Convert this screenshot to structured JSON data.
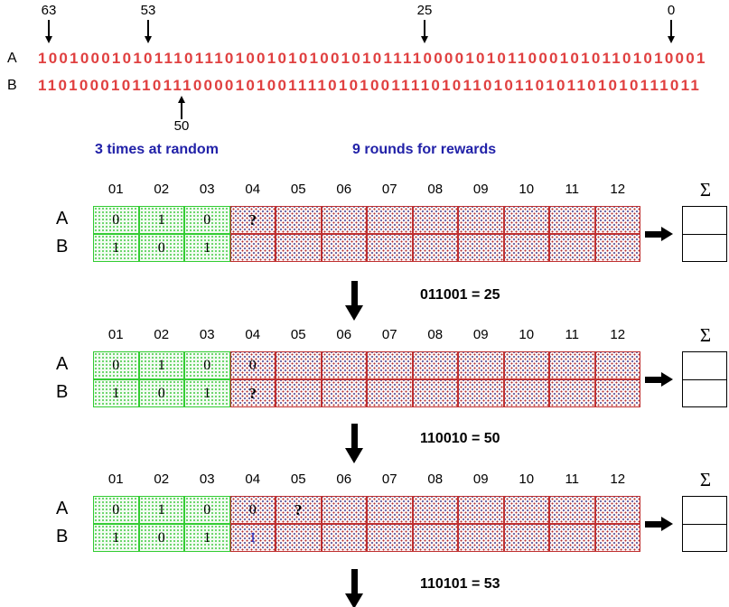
{
  "bitstrings": {
    "row_a_label": "A",
    "row_b_label": "B",
    "a": "1001000101011101110100101010010101111000010101100010101101010001",
    "b": "1101000101101110000101001111010100111101011010110101101010111011",
    "top_markers": [
      {
        "label": "63"
      },
      {
        "label": "53"
      },
      {
        "label": "25"
      },
      {
        "label": "0"
      }
    ],
    "bottom_marker": {
      "label": "50"
    }
  },
  "captions": {
    "left": "3 times at random",
    "right": "9 rounds for rewards"
  },
  "tables": [
    {
      "columns": [
        "01",
        "02",
        "03",
        "04",
        "05",
        "06",
        "07",
        "08",
        "09",
        "10",
        "11",
        "12"
      ],
      "sigma_label": "Σ",
      "rows": [
        {
          "label": "A",
          "cells": [
            "0",
            "1",
            "0",
            "?",
            "",
            "",
            "",
            "",
            "",
            "",
            "",
            ""
          ]
        },
        {
          "label": "B",
          "cells": [
            "1",
            "0",
            "1",
            "",
            "",
            "",
            "",
            "",
            "",
            "",
            "",
            ""
          ]
        }
      ]
    },
    {
      "columns": [
        "01",
        "02",
        "03",
        "04",
        "05",
        "06",
        "07",
        "08",
        "09",
        "10",
        "11",
        "12"
      ],
      "sigma_label": "Σ",
      "rows": [
        {
          "label": "A",
          "cells": [
            "0",
            "1",
            "0",
            "0",
            "",
            "",
            "",
            "",
            "",
            "",
            "",
            ""
          ]
        },
        {
          "label": "B",
          "cells": [
            "1",
            "0",
            "1",
            "?",
            "",
            "",
            "",
            "",
            "",
            "",
            "",
            ""
          ]
        }
      ]
    },
    {
      "columns": [
        "01",
        "02",
        "03",
        "04",
        "05",
        "06",
        "07",
        "08",
        "09",
        "10",
        "11",
        "12"
      ],
      "sigma_label": "Σ",
      "rows": [
        {
          "label": "A",
          "cells": [
            "0",
            "1",
            "0",
            "0",
            "?",
            "",
            "",
            "",
            "",
            "",
            "",
            ""
          ]
        },
        {
          "label": "B",
          "cells": [
            "1",
            "0",
            "1",
            {
              "v": "1",
              "c": "blue"
            },
            "",
            "",
            "",
            "",
            "",
            "",
            "",
            ""
          ]
        }
      ]
    }
  ],
  "step_arrows": [
    {
      "label": "011001 = 25"
    },
    {
      "label": "110010 = 50"
    },
    {
      "label": "110101 = 53"
    }
  ],
  "colors": {
    "bitstring_red": "#e04040",
    "caption_blue": "#2121a8",
    "green_zone_border": "#33cc33",
    "red_zone_border": "#c03030",
    "revealed_blue_value": "#2222bb"
  }
}
